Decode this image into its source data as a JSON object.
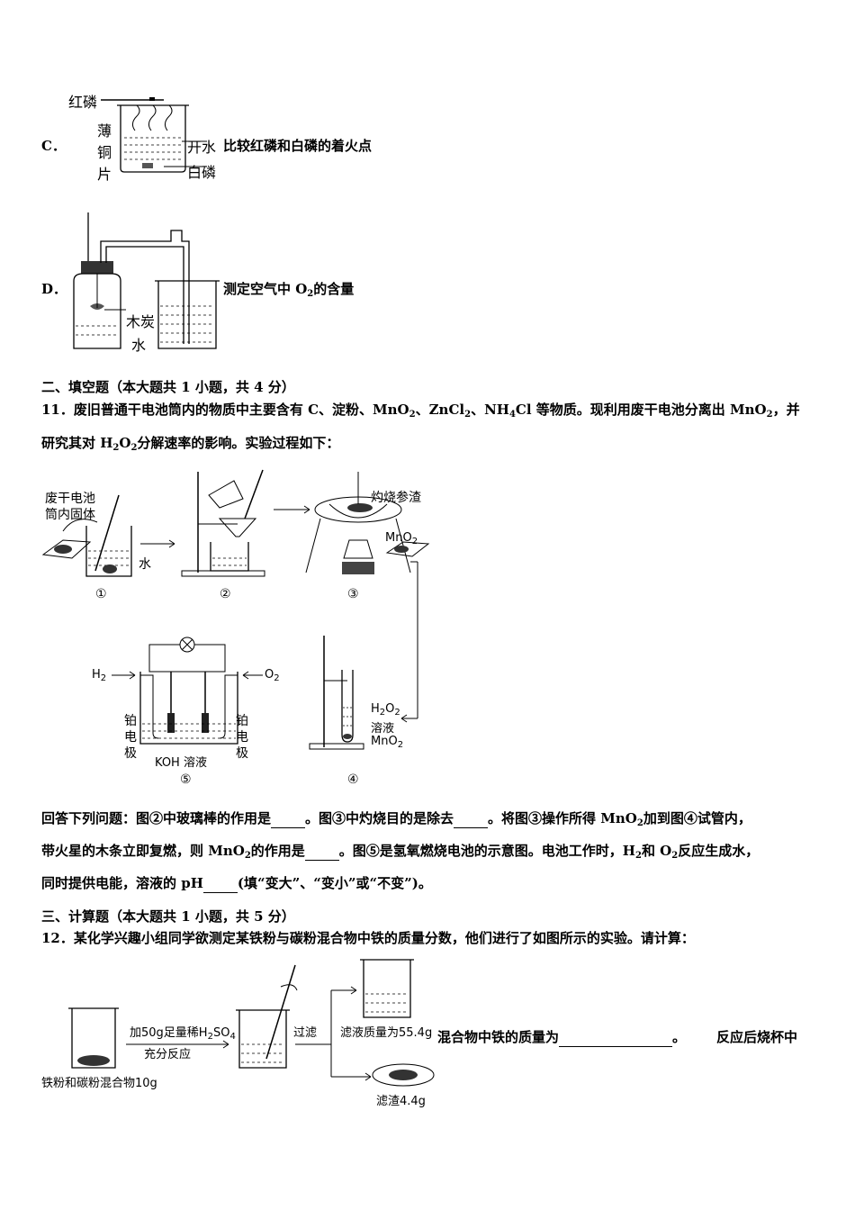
{
  "optionC": {
    "letter": "C．",
    "caption": "比较红磷和白磷的着火点",
    "labels": {
      "red_p": "红磷",
      "thin": "薄",
      "copper": "铜",
      "sheet": "片",
      "boiling": "开水",
      "white_p": "白磷"
    }
  },
  "optionD": {
    "letter": "D．",
    "caption_pre": "测定空气中 O",
    "caption_sub": "2",
    "caption_post": "的含量",
    "labels": {
      "charcoal": "木炭",
      "water": "水"
    }
  },
  "section2": {
    "heading": "二、填空题（本大题共 1 小题，共 4 分）"
  },
  "q11": {
    "line1_a": "11．废旧普通干电池筒内的物质中主要含有 C、淀粉、MnO",
    "line1_b": "、ZnCl",
    "line1_c": "、NH",
    "line1_d": "Cl 等物质。现利用废干电池分离出 MnO",
    "line1_e": "，并",
    "line2_a": "研究其对 H",
    "line2_b": "O",
    "line2_c": "分解速率的影响。实验过程如下：",
    "sub2": "2",
    "sub4": "4",
    "figure": {
      "s1_label_top": "废干电池",
      "s1_label_bot": "筒内固体",
      "water": "水",
      "burn": "灼烧参渣",
      "mno2": "MnO",
      "h2": "H",
      "o2": "O",
      "pt_left": [
        "铂",
        "电",
        "极"
      ],
      "pt_right": [
        "铂",
        "电",
        "极"
      ],
      "koh": "KOH 溶液",
      "h2o2_top": "H",
      "h2o2_sub_a": "O",
      "h2o2_bottom": "溶液",
      "n1": "①",
      "n2": "②",
      "n3": "③",
      "n4": "④",
      "n5": "⑤"
    },
    "ans1_a": "回答下列问题：图②中玻璃棒的作用是",
    "ans1_b": "。图③中灼烧目的是除去",
    "ans1_c": "。将图③操作所得 MnO",
    "ans1_d": "加到图④试管内，",
    "ans2_a": "带火星的木条立即复燃，则 MnO",
    "ans2_b": "的作用是",
    "ans2_c": "。图⑤是氢氧燃烧电池的示意图。电池工作时，H",
    "ans2_d": "和 O",
    "ans2_e": "反应生成水，",
    "ans3_a": "同时提供电能，溶液的 pH",
    "ans3_b": "(填“变大”、“变小”或“不变”)。"
  },
  "section3": {
    "heading": "三、计算题（本大题共 1 小题，共 5 分）"
  },
  "q12": {
    "line1": "12．某化学兴趣小组同学欲测定某铁粉与碳粉混合物中铁的质量分数，他们进行了如图所示的实验。请计算：",
    "figure": {
      "step_top": "加50g足量稀H",
      "step_top_b": "SO",
      "step_bottom": "充分反应",
      "filter": "过滤",
      "filtrate": "滤液质量为55.4g",
      "residue": "滤渣4.4g",
      "mixture": "铁粉和碳粉混合物10g"
    },
    "tail_a": "混合物中铁的质量为",
    "tail_b": "。",
    "tail_c": "反应后烧杯中"
  }
}
